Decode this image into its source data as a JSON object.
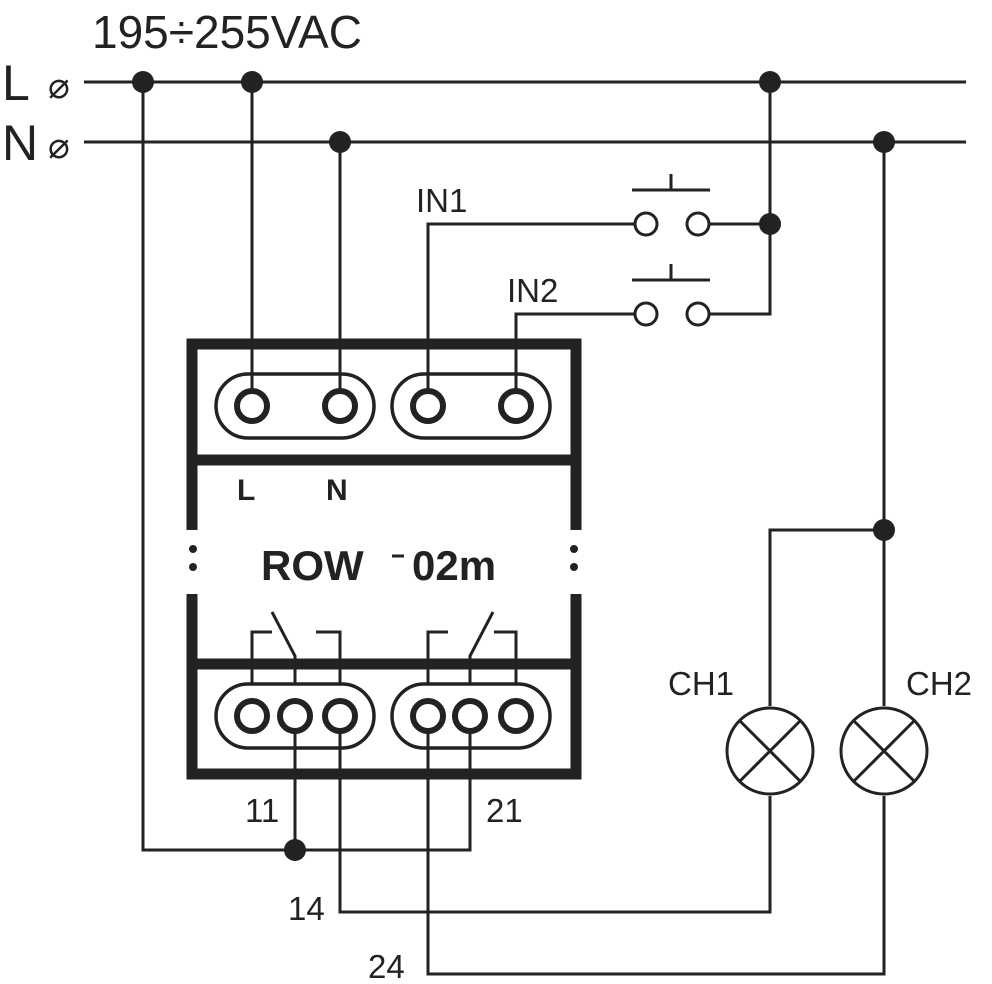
{
  "supply": {
    "voltage": "195÷255VAC",
    "line_label": "L",
    "neutral_label": "N",
    "terminal_symbol": "⌀"
  },
  "inputs": {
    "in1": "IN1",
    "in2": "IN2"
  },
  "module": {
    "name_part1": "ROW",
    "name_part2": "02m",
    "terminal_l": "L",
    "terminal_n": "N"
  },
  "contacts": {
    "c11": "11",
    "c14": "14",
    "c21": "21",
    "c24": "24"
  },
  "loads": {
    "ch1": "CH1",
    "ch2": "CH2"
  }
}
